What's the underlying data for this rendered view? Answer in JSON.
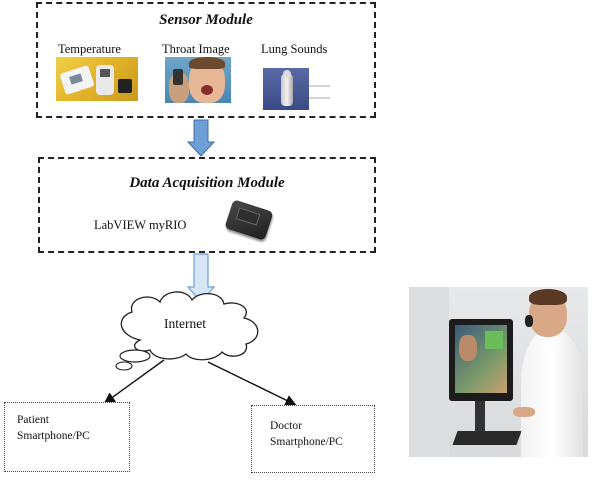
{
  "sensor_module": {
    "title": "Sensor Module",
    "items": [
      {
        "label": "Temperature"
      },
      {
        "label": "Throat Image"
      },
      {
        "label": "Lung Sounds"
      }
    ]
  },
  "daq_module": {
    "title": "Data Acquisition Module",
    "device_label": "LabVIEW myRIO"
  },
  "network": {
    "label": "Internet"
  },
  "endpoints": {
    "patient": {
      "line1": "Patient",
      "line2": "Smartphone/PC"
    },
    "doctor": {
      "line1": "Doctor",
      "line2": "Smartphone/PC"
    }
  },
  "colors": {
    "arrow_fill": "#6d9ed6",
    "arrow_fill_light": "#bcd6f0",
    "border": "#222222"
  }
}
